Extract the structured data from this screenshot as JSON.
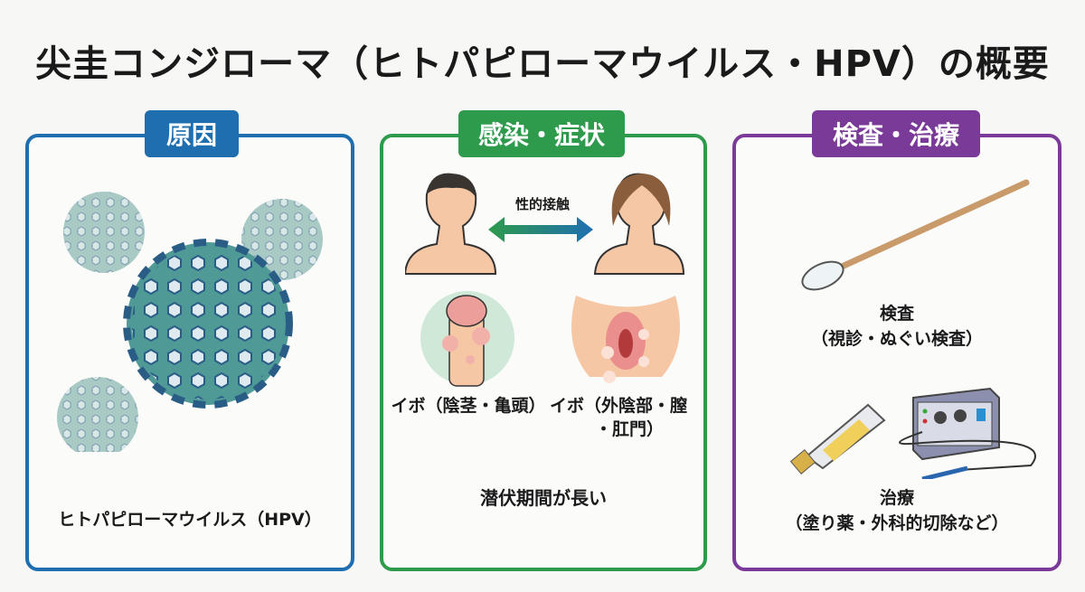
{
  "title": "尖圭コンジローマ（ヒトパピローマウイルス・HPV）の概要",
  "colors": {
    "cause": "#1f6fb0",
    "infection": "#2e9a4c",
    "treatment": "#7a3a98"
  },
  "panels": {
    "cause": {
      "header": "原因",
      "caption": "ヒトパピローマウイルス（HPV）"
    },
    "infection": {
      "header": "感染・症状",
      "arrow_label": "性的接触",
      "male_label": "イボ（陰茎・亀頭）",
      "female_label_line1": "イボ（外陰部・膣",
      "female_label_line2": "・肛門）",
      "note": "潜伏期間が長い"
    },
    "treatment": {
      "header": "検査・治療",
      "exam_title": "検査",
      "exam_detail": "（視診・ぬぐい検査）",
      "treat_title": "治療",
      "treat_detail": "（塗り薬・外科的切除など）"
    }
  }
}
